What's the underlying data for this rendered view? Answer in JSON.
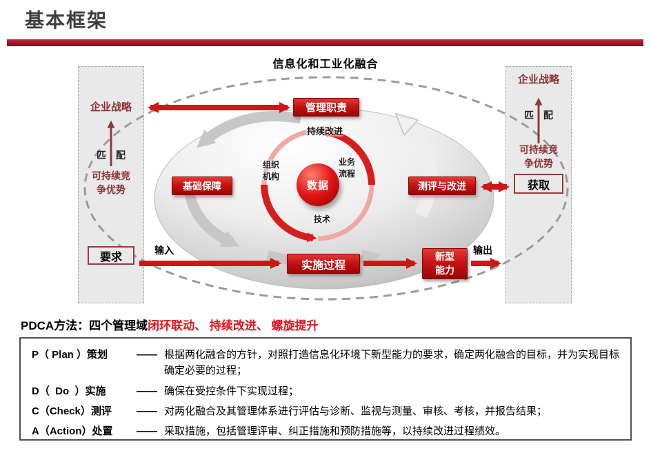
{
  "slide": {
    "title": "基本框架"
  },
  "diagram": {
    "title": "信息化和工业化融合",
    "left_panel": {
      "strategy": "企业战略",
      "match": "匹　配",
      "advantage": "可持续竞\n争优势",
      "requirement": "要求"
    },
    "right_panel": {
      "strategy": "企业战略",
      "match": "匹　配",
      "advantage": "可持续竞\n争优势",
      "obtain": "获取"
    },
    "domains": {
      "management": "管理职责",
      "foundation": "基础保障",
      "evaluation": "测评与改进",
      "implementation": "实施过程",
      "capability": "新型\n能力"
    },
    "core": {
      "data": "数据",
      "improvement": "持续改进",
      "organization": "组织\n机构",
      "process": "业务\n流程",
      "technology": "技术"
    },
    "flows": {
      "input": "输入",
      "output": "输出"
    }
  },
  "pdca": {
    "heading_black": "PDCA方法：四个管理域",
    "heading_red": "闭环联动、 持续改进、 螺旋提升",
    "dash": "——",
    "items": [
      {
        "label": "P（ Plan ）策划",
        "text": "根据两化融合的方针，对照打造信息化环境下新型能力的要求，确定两化融合的目标，并为实现目标 确定必要的过程；"
      },
      {
        "label": "D（  Do  ）实施",
        "text": "确保在受控条件下实现过程；"
      },
      {
        "label": "C（Check）测评",
        "text": "对两化融合及其管理体系进行评估与诊断、监视与测量、审核、考核，并报告结果；"
      },
      {
        "label": "A（Action）处置",
        "text": "采取措施，包括管理评审、纠正措施和预防措施等，以持续改进过程绩效。"
      }
    ]
  },
  "colors": {
    "accent_red": "#c41414",
    "bar_red": "#9c1626",
    "maroon_text": "#8b3232",
    "heading_red": "#e8101c"
  }
}
